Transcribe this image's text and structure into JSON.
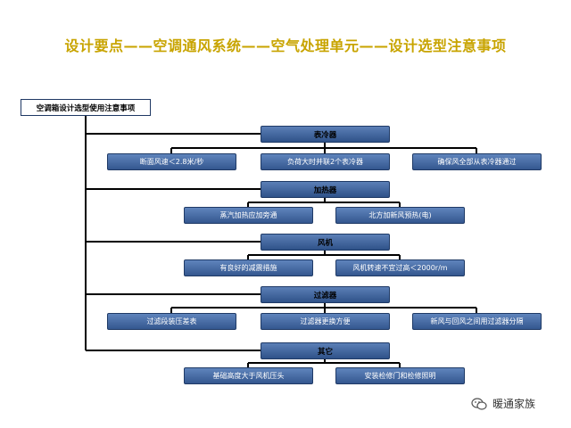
{
  "title": "设计要点——空调通风系统——空气处理单元——设计选型注意事项",
  "root": "空调箱设计选型使用注意事项",
  "groups": [
    {
      "name": "表冷器",
      "items": [
        "断面风速＜2.8米/秒",
        "负荷大时并联2个表冷器",
        "确保风全部从表冷器通过"
      ]
    },
    {
      "name": "加热器",
      "items": [
        "蒸汽加热应加旁通",
        "北方加新风预热(电)"
      ]
    },
    {
      "name": "风机",
      "items": [
        "有良好的减震措施",
        "风机转速不宜过高＜2000r/m"
      ]
    },
    {
      "name": "过滤器",
      "items": [
        "过滤段装压差表",
        "过滤器更换方便",
        "新风与回风之间用过滤器分隔"
      ]
    },
    {
      "name": "其它",
      "items": [
        "基础高度大于风机压头",
        "安装检修门和检修照明"
      ]
    }
  ],
  "watermark": "暖通家族",
  "colors": {
    "title": "#c8a400",
    "box": "#3f62a0",
    "line": "#000000"
  }
}
